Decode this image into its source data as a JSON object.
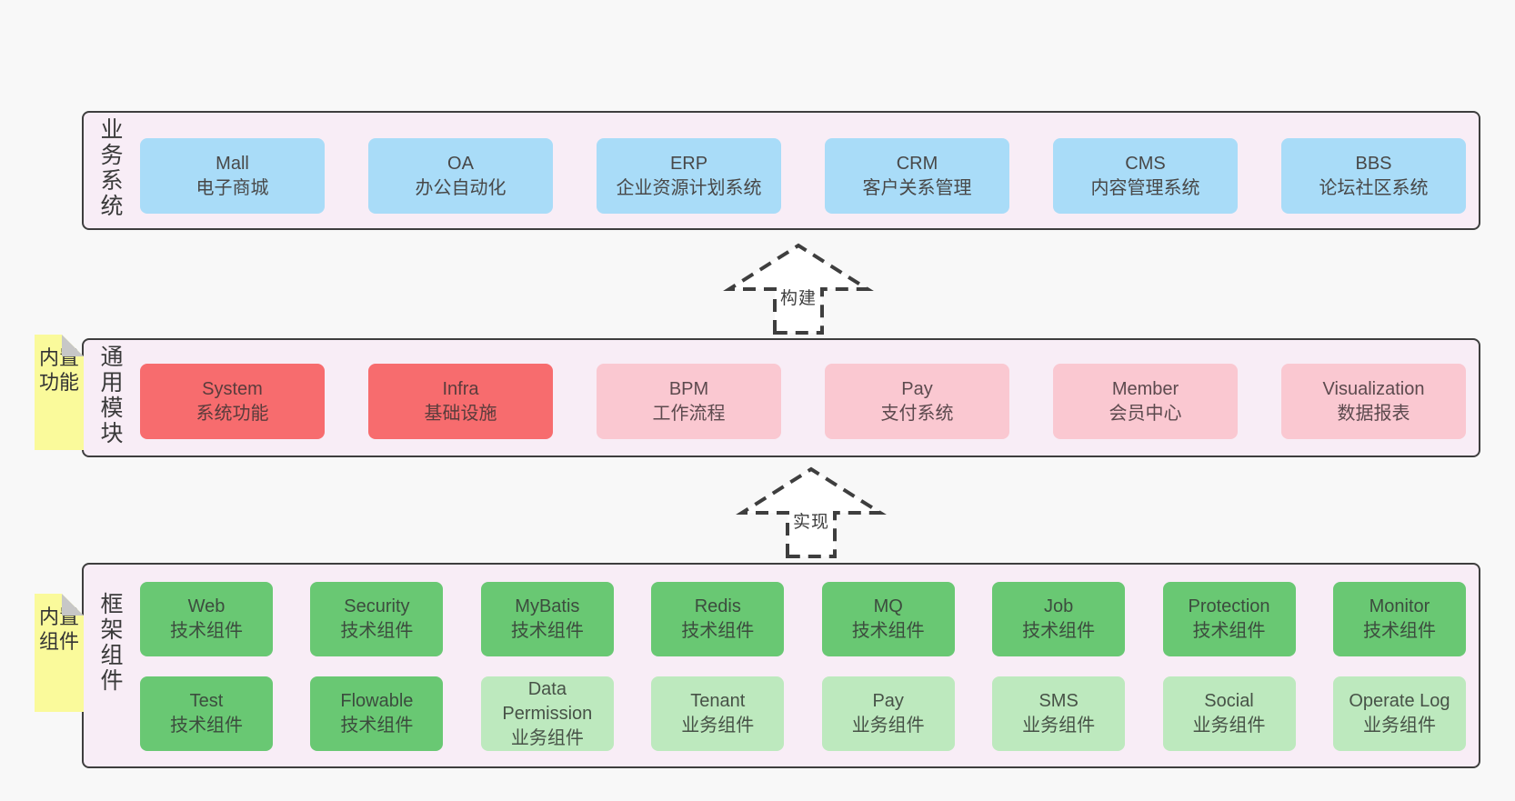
{
  "diagram": "software-architecture-layers",
  "colors": {
    "page_bg": "#f8f8f8",
    "band_bg": "#f8edf6",
    "band_border": "#3e3e3e",
    "blue_box": "#a9dcf8",
    "red_box": "#f76c6e",
    "pink_box": "#fac8d1",
    "green_box": "#69c873",
    "light_green_box": "#bde9be",
    "note_yellow": "#fafa9b",
    "note_fold_gray": "#c7c7c7"
  },
  "arrows": [
    {
      "label": "构建"
    },
    {
      "label": "实现"
    }
  ],
  "bands": [
    {
      "label": "业务系统",
      "boxes": [
        {
          "name": "Mall",
          "subtitle": "电子商城",
          "variant": "blue"
        },
        {
          "name": "OA",
          "subtitle": "办公自动化",
          "variant": "blue"
        },
        {
          "name": "ERP",
          "subtitle": "企业资源计划系统",
          "variant": "blue"
        },
        {
          "name": "CRM",
          "subtitle": "客户关系管理",
          "variant": "blue"
        },
        {
          "name": "CMS",
          "subtitle": "内容管理系统",
          "variant": "blue"
        },
        {
          "name": "BBS",
          "subtitle": "论坛社区系统",
          "variant": "blue"
        }
      ]
    },
    {
      "label": "通用模块",
      "note": "内置功能",
      "boxes": [
        {
          "name": "System",
          "subtitle": "系统功能",
          "variant": "red"
        },
        {
          "name": "Infra",
          "subtitle": "基础设施",
          "variant": "red"
        },
        {
          "name": "BPM",
          "subtitle": "工作流程",
          "variant": "pink"
        },
        {
          "name": "Pay",
          "subtitle": "支付系统",
          "variant": "pink"
        },
        {
          "name": "Member",
          "subtitle": "会员中心",
          "variant": "pink"
        },
        {
          "name": "Visualization",
          "subtitle": "数据报表",
          "variant": "pink"
        }
      ]
    },
    {
      "label": "框架组件",
      "note": "内置组件",
      "rows": [
        [
          {
            "name": "Web",
            "subtitle": "技术组件",
            "variant": "green"
          },
          {
            "name": "Security",
            "subtitle": "技术组件",
            "variant": "green"
          },
          {
            "name": "MyBatis",
            "subtitle": "技术组件",
            "variant": "green"
          },
          {
            "name": "Redis",
            "subtitle": "技术组件",
            "variant": "green"
          },
          {
            "name": "MQ",
            "subtitle": "技术组件",
            "variant": "green"
          },
          {
            "name": "Job",
            "subtitle": "技术组件",
            "variant": "green"
          },
          {
            "name": "Protection",
            "subtitle": "技术组件",
            "variant": "green"
          },
          {
            "name": "Monitor",
            "subtitle": "技术组件",
            "variant": "green"
          }
        ],
        [
          {
            "name": "Test",
            "subtitle": "技术组件",
            "variant": "green"
          },
          {
            "name": "Flowable",
            "subtitle": "技术组件",
            "variant": "green"
          },
          {
            "name": "Data Permission",
            "subtitle": "业务组件",
            "variant": "lightgreen"
          },
          {
            "name": "Tenant",
            "subtitle": "业务组件",
            "variant": "lightgreen"
          },
          {
            "name": "Pay",
            "subtitle": "业务组件",
            "variant": "lightgreen"
          },
          {
            "name": "SMS",
            "subtitle": "业务组件",
            "variant": "lightgreen"
          },
          {
            "name": "Social",
            "subtitle": "业务组件",
            "variant": "lightgreen"
          },
          {
            "name": "Operate Log",
            "subtitle": "业务组件",
            "variant": "lightgreen"
          }
        ]
      ]
    }
  ]
}
